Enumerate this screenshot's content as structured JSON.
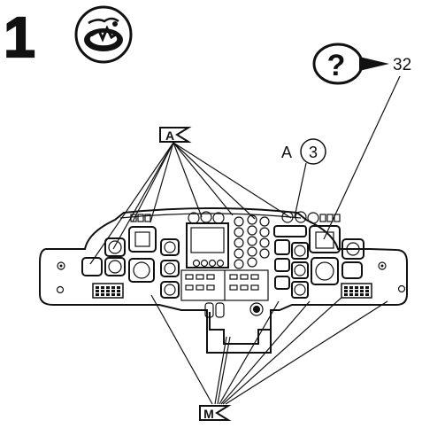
{
  "step": {
    "number": "1",
    "icon": "flight-deck-icon"
  },
  "help": {
    "symbol": "?",
    "reference": "32",
    "icon": "question-balloon-icon"
  },
  "labels": {
    "callout_a_top": "A",
    "callout_a_zone": "A",
    "callout_a_zone_number": "3",
    "callout_m_bottom": "M"
  },
  "colors": {
    "ink": "#111111",
    "paper": "#ffffff"
  }
}
